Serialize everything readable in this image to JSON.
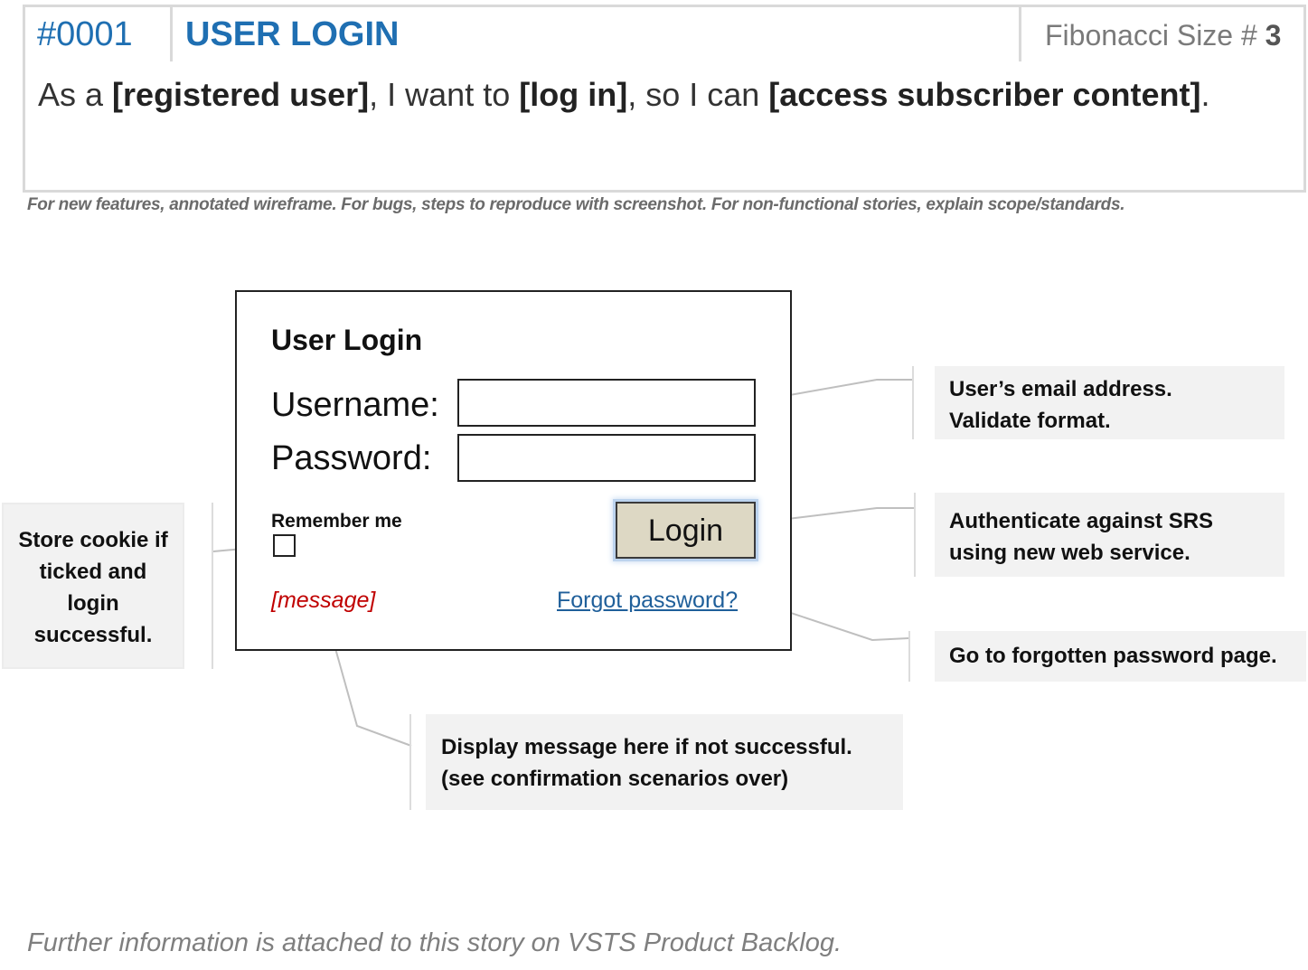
{
  "header": {
    "story_id": "#0001",
    "story_title": "USER LOGIN",
    "fib_label": "Fibonacci Size # ",
    "fib_value": "3",
    "story": {
      "p1": "As a ",
      "role": "[registered user]",
      "p2": ", I want to ",
      "action": "[log in]",
      "p3": ", so I can ",
      "benefit": "[access subscriber content]",
      "p4": "."
    },
    "instructions": "For new features, annotated wireframe.  For bugs, steps to reproduce with screenshot.  For non-functional stories, explain scope/standards."
  },
  "wireframe": {
    "title": "User Login",
    "username_label": "Username:",
    "password_label": "Password:",
    "remember_label": "Remember me",
    "login_button": "Login",
    "message": "[message]",
    "forgot_link": "Forgot password?"
  },
  "annotations": {
    "cookie": [
      "Store cookie if",
      "ticked and",
      "login",
      "successful."
    ],
    "username": [
      "User’s email address.",
      "Validate format."
    ],
    "login": [
      "Authenticate against SRS",
      "using new web service."
    ],
    "forgot": "Go to forgotten password page.",
    "message": [
      "Display message here if not successful.",
      "(see confirmation scenarios over)"
    ]
  },
  "footer": "Further information is attached to this story on VSTS Product Backlog."
}
